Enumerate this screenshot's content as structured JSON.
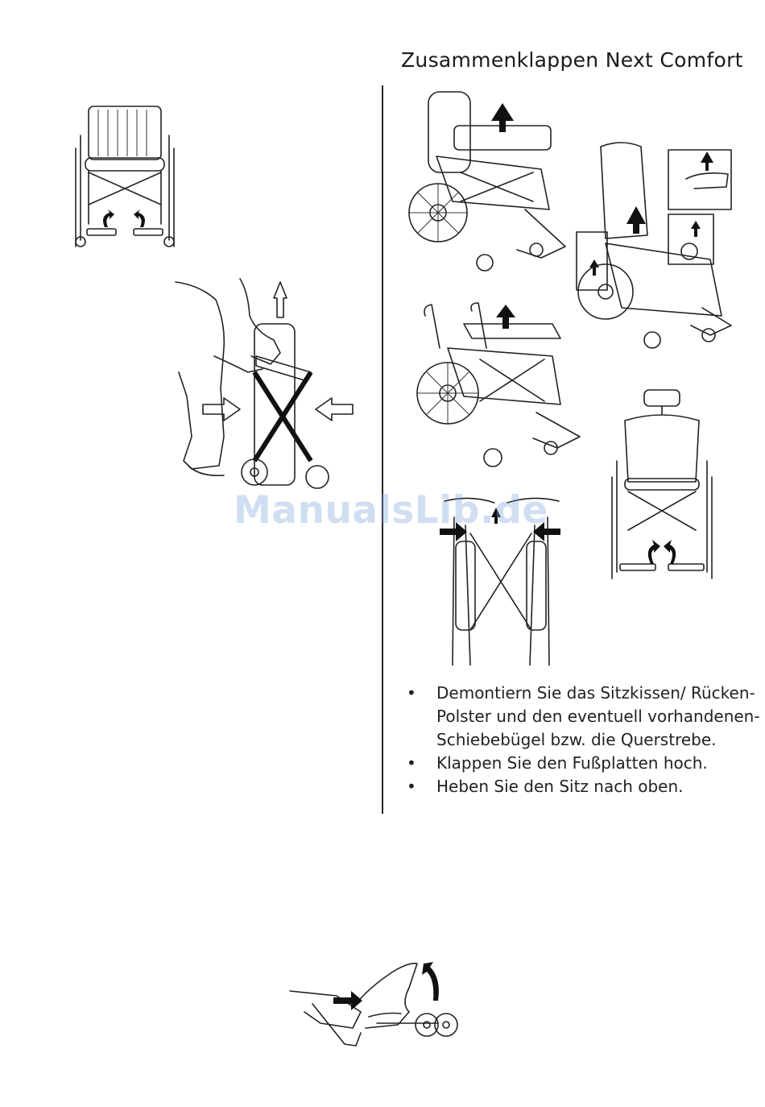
{
  "page": {
    "title": "Zusammenklappen Next Comfort",
    "watermark": "ManualsLib.de"
  },
  "instructions": [
    "Demontiern Sie das Sitzkissen/ Rücken-Polster und den eventuell vorhandenen-Schiebebügel bzw. die Querstrebe.",
    "Klappen Sie den Fußplatten hoch.",
    "Heben Sie den Sitz nach oben."
  ],
  "bullet_glyph": "•",
  "illustrations": [
    {
      "name": "wheelchair-front-footplates-fold",
      "icon": "curved-arrows-icon"
    },
    {
      "name": "person-folding-wheelchair",
      "icon": "inward-arrows-icon"
    },
    {
      "name": "wheelchair-seat-cushion-removal",
      "icon": "up-arrow-icon"
    },
    {
      "name": "wheelchair-backrest-removal",
      "icon": "up-arrow-icon"
    },
    {
      "name": "wheelchair-seat-lift",
      "icon": "up-arrow-icon"
    },
    {
      "name": "wheelchair-frame-folding-closeup",
      "icon": "inward-arrows-icon"
    },
    {
      "name": "wheelchair-headrest-front-footplates",
      "icon": "curved-arrows-icon"
    },
    {
      "name": "hand-releasing-anti-tip-wheel",
      "icon": "curved-arrow-icon"
    }
  ]
}
